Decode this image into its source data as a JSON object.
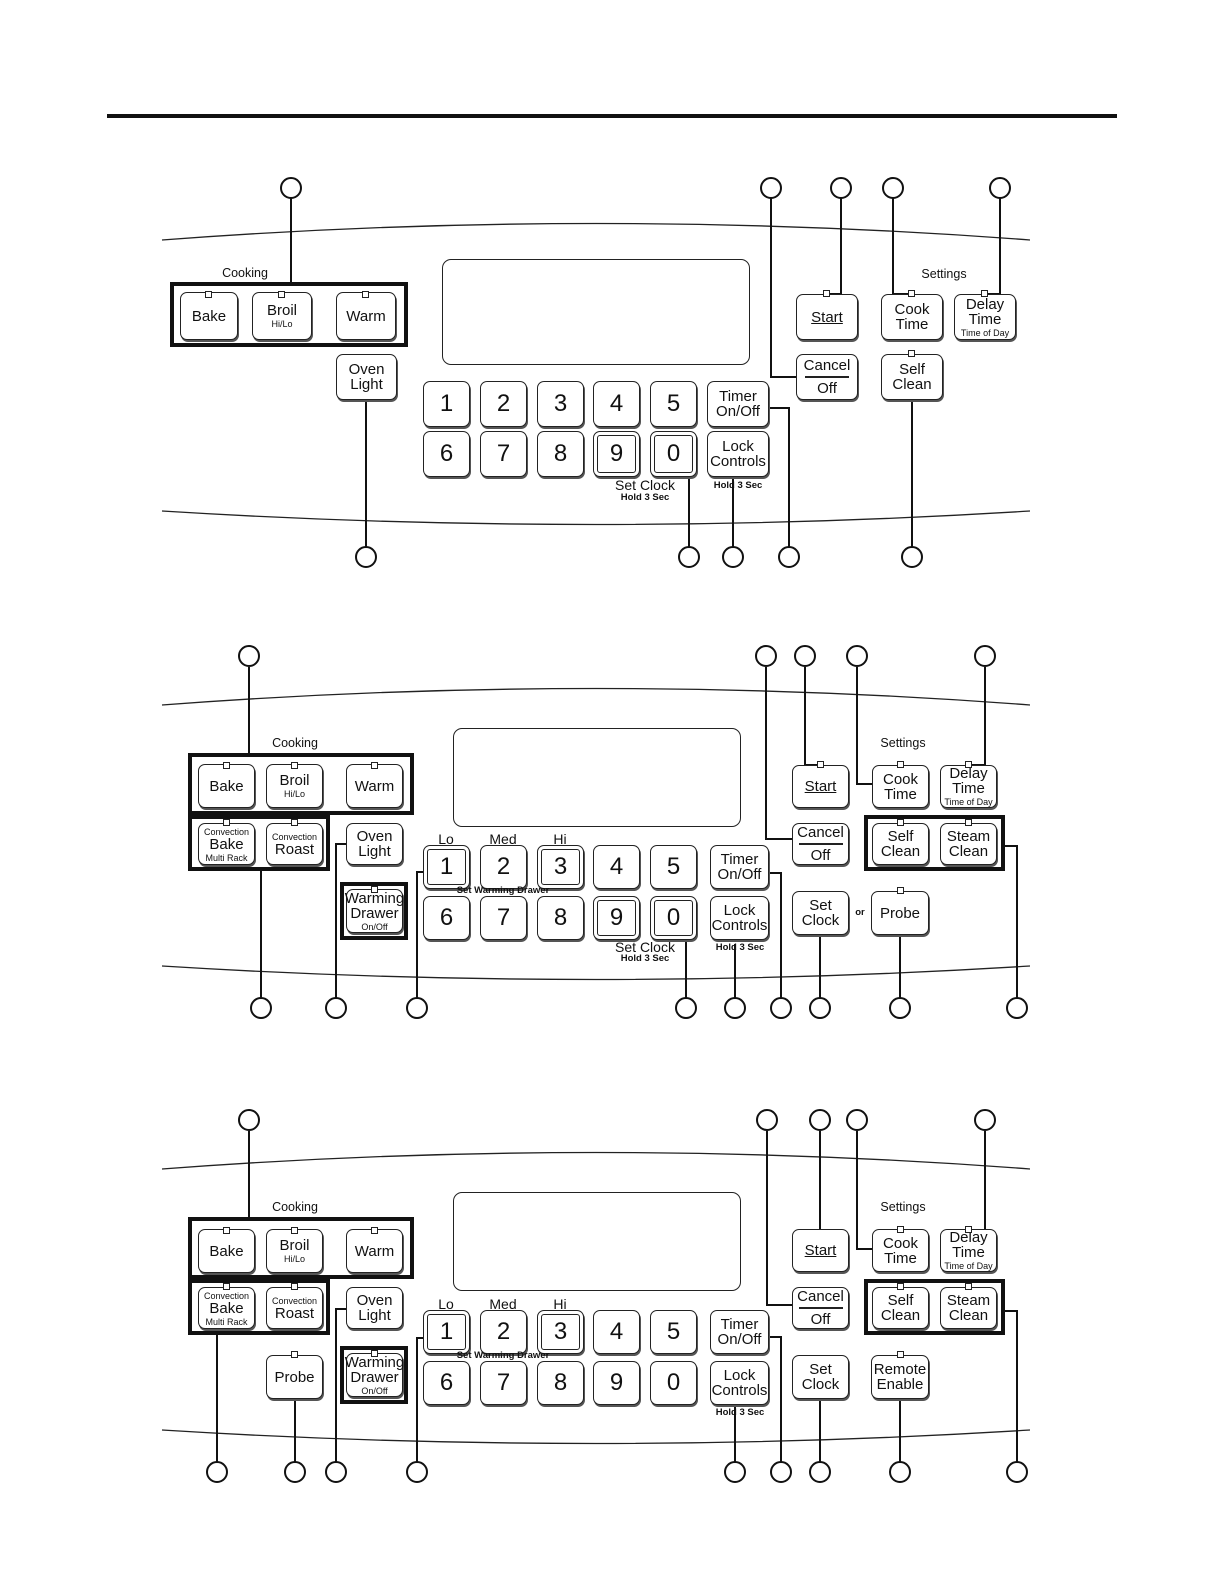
{
  "panel_1": {
    "cooking_label": "Cooking",
    "settings_label": "Settings",
    "bake": "Bake",
    "broil": "Broil",
    "broil_sub": "Hi/Lo",
    "warm": "Warm",
    "oven_light_1": "Oven",
    "oven_light_2": "Light",
    "start": "Start",
    "cancel": "Cancel",
    "off": "Off",
    "cook_time_1": "Cook",
    "cook_time_2": "Time",
    "delay_time_1": "Delay",
    "delay_time_2": "Time",
    "delay_time_sub": "Time of Day",
    "self_clean_1": "Self",
    "self_clean_2": "Clean",
    "timer_1": "Timer",
    "timer_2": "On/Off",
    "lock_1": "Lock",
    "lock_2": "Controls",
    "lock_hold": "Hold 3 Sec",
    "set_clock": "Set Clock",
    "set_clock_hold": "Hold 3 Sec",
    "keys": [
      "1",
      "2",
      "3",
      "4",
      "5",
      "6",
      "7",
      "8",
      "9",
      "0"
    ]
  },
  "panel_2": {
    "cooking_label": "Cooking",
    "settings_label": "Settings",
    "bake": "Bake",
    "broil": "Broil",
    "broil_sub": "Hi/Lo",
    "warm": "Warm",
    "conv_bake_top": "Convection",
    "conv_bake_main": "Bake",
    "conv_bake_sub": "Multi Rack",
    "conv_roast_top": "Convection",
    "conv_roast_main": "Roast",
    "oven_light_1": "Oven",
    "oven_light_2": "Light",
    "warming_1": "Warming",
    "warming_2": "Drawer",
    "warming_sub": "On/Off",
    "lo": "Lo",
    "med": "Med",
    "hi": "Hi",
    "set_warming_drawer": "Set Warming Drawer",
    "start": "Start",
    "cancel": "Cancel",
    "off": "Off",
    "cook_time_1": "Cook",
    "cook_time_2": "Time",
    "delay_time_1": "Delay",
    "delay_time_2": "Time",
    "delay_time_sub": "Time of Day",
    "self_clean_1": "Self",
    "self_clean_2": "Clean",
    "steam_clean_1": "Steam",
    "steam_clean_2": "Clean",
    "timer_1": "Timer",
    "timer_2": "On/Off",
    "lock_1": "Lock",
    "lock_2": "Controls",
    "lock_hold": "Hold 3 Sec",
    "set_clock_1": "Set",
    "set_clock_2": "Clock",
    "or": "or",
    "probe": "Probe",
    "set_clock": "Set Clock",
    "set_clock_hold": "Hold 3 Sec",
    "keys": [
      "1",
      "2",
      "3",
      "4",
      "5",
      "6",
      "7",
      "8",
      "9",
      "0"
    ]
  },
  "panel_3": {
    "cooking_label": "Cooking",
    "settings_label": "Settings",
    "bake": "Bake",
    "broil": "Broil",
    "broil_sub": "Hi/Lo",
    "warm": "Warm",
    "conv_bake_top": "Convection",
    "conv_bake_main": "Bake",
    "conv_bake_sub": "Multi Rack",
    "conv_roast_top": "Convection",
    "conv_roast_main": "Roast",
    "oven_light_1": "Oven",
    "oven_light_2": "Light",
    "warming_1": "Warming",
    "warming_2": "Drawer",
    "warming_sub": "On/Off",
    "probe": "Probe",
    "lo": "Lo",
    "med": "Med",
    "hi": "Hi",
    "set_warming_drawer": "Set Warming Drawer",
    "start": "Start",
    "cancel": "Cancel",
    "off": "Off",
    "cook_time_1": "Cook",
    "cook_time_2": "Time",
    "delay_time_1": "Delay",
    "delay_time_2": "Time",
    "delay_time_sub": "Time of Day",
    "self_clean_1": "Self",
    "self_clean_2": "Clean",
    "steam_clean_1": "Steam",
    "steam_clean_2": "Clean",
    "timer_1": "Timer",
    "timer_2": "On/Off",
    "lock_1": "Lock",
    "lock_2": "Controls",
    "lock_hold": "Hold 3 Sec",
    "set_clock_1": "Set",
    "set_clock_2": "Clock",
    "remote_1": "Remote",
    "remote_2": "Enable",
    "keys": [
      "1",
      "2",
      "3",
      "4",
      "5",
      "6",
      "7",
      "8",
      "9",
      "0"
    ]
  }
}
